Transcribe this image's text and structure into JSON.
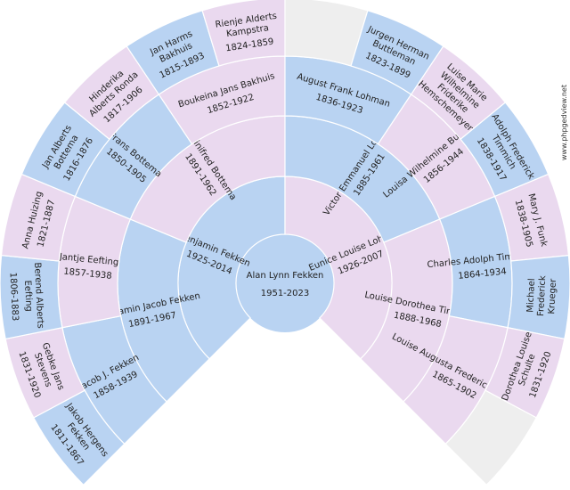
{
  "colors": {
    "male": "#b9d3f2",
    "female": "#ead9ef",
    "empty": "#eeeeee"
  },
  "watermark": "www.phpgedview.net",
  "center": {
    "name": "Alan Lynn Fekken",
    "dates": "1951-2023"
  },
  "people": [
    {
      "gen": 1,
      "idx": 0,
      "sex": "M",
      "name": [
        "Benjamin Fekken"
      ],
      "dates": "1925-2014"
    },
    {
      "gen": 1,
      "idx": 1,
      "sex": "F",
      "name": [
        "Eunice Louise Lohman"
      ],
      "dates": "1926-2007"
    },
    {
      "gen": 2,
      "idx": 0,
      "sex": "M",
      "name": [
        "Benjamin Jacob Fekken"
      ],
      "dates": "1891-1967"
    },
    {
      "gen": 2,
      "idx": 1,
      "sex": "F",
      "name": [
        "Winifred Bottema"
      ],
      "dates": "1891-1962"
    },
    {
      "gen": 2,
      "idx": 2,
      "sex": "M",
      "name": [
        "Victor Emmanuel Lohman"
      ],
      "dates": "1885-1961"
    },
    {
      "gen": 2,
      "idx": 3,
      "sex": "F",
      "name": [
        "Louise Dorothea Timmich"
      ],
      "dates": "1888-1968"
    },
    {
      "gen": 3,
      "idx": 0,
      "sex": "M",
      "name": [
        "Jacob J. Fekken"
      ],
      "dates": "1858-1939"
    },
    {
      "gen": 3,
      "idx": 1,
      "sex": "F",
      "name": [
        "Jantje Eefting"
      ],
      "dates": "1857-1938"
    },
    {
      "gen": 3,
      "idx": 2,
      "sex": "M",
      "name": [
        "Frans Bottema"
      ],
      "dates": "1850-1905"
    },
    {
      "gen": 3,
      "idx": 3,
      "sex": "F",
      "name": [
        "Boukeina Jans Bakhuis"
      ],
      "dates": "1852-1922"
    },
    {
      "gen": 3,
      "idx": 4,
      "sex": "M",
      "name": [
        "August Frank Lohman"
      ],
      "dates": "1836-1923"
    },
    {
      "gen": 3,
      "idx": 5,
      "sex": "F",
      "name": [
        "Louisa Wilhelmine Buttleman"
      ],
      "dates": "1856-1944"
    },
    {
      "gen": 3,
      "idx": 6,
      "sex": "M",
      "name": [
        "Charles Adolph Timmich"
      ],
      "dates": "1864-1934"
    },
    {
      "gen": 3,
      "idx": 7,
      "sex": "F",
      "name": [
        "Louise Augusta Fredericka Krueger"
      ],
      "dates": "1865-1902"
    },
    {
      "gen": 4,
      "idx": 0,
      "sex": "M",
      "name": [
        "Jakob Hergens",
        "Fekken"
      ],
      "dates": "1811-1867"
    },
    {
      "gen": 4,
      "idx": 1,
      "sex": "F",
      "name": [
        "Gebke Jans",
        "Stevens"
      ],
      "dates": "1831-1920"
    },
    {
      "gen": 4,
      "idx": 2,
      "sex": "M",
      "name": [
        "Berend Alberts",
        "Eefting"
      ],
      "dates": "1806-1883"
    },
    {
      "gen": 4,
      "idx": 3,
      "sex": "F",
      "name": [
        "Anna Huizing"
      ],
      "dates": "1821-1887"
    },
    {
      "gen": 4,
      "idx": 4,
      "sex": "M",
      "name": [
        "Jan Alberts",
        "Bottema"
      ],
      "dates": "1816-1876"
    },
    {
      "gen": 4,
      "idx": 5,
      "sex": "F",
      "name": [
        "Hinderika",
        "Alberts Ronda"
      ],
      "dates": "1817-1906"
    },
    {
      "gen": 4,
      "idx": 6,
      "sex": "M",
      "name": [
        "Jan Harms",
        "Bakhuis"
      ],
      "dates": "1815-1893"
    },
    {
      "gen": 4,
      "idx": 7,
      "sex": "F",
      "name": [
        "Rienje Alderts",
        "Kampstra"
      ],
      "dates": "1824-1859"
    },
    {
      "gen": 4,
      "idx": 8,
      "sex": "X",
      "name": [
        ""
      ],
      "dates": ""
    },
    {
      "gen": 4,
      "idx": 9,
      "sex": "M",
      "name": [
        "Jurgen Herman",
        "Buttleman"
      ],
      "dates": "1823-1899"
    },
    {
      "gen": 4,
      "idx": 10,
      "sex": "F",
      "name": [
        "Luise Marie",
        "Wilhelmine",
        "Friderike",
        "Hemschemeyer"
      ],
      "dates": ""
    },
    {
      "gen": 4,
      "idx": 11,
      "sex": "M",
      "name": [
        "Adolph Frederick",
        "Timmich"
      ],
      "dates": "1838-1917"
    },
    {
      "gen": 4,
      "idx": 12,
      "sex": "F",
      "name": [
        "Mary J. Funk"
      ],
      "dates": "1838-1905"
    },
    {
      "gen": 4,
      "idx": 13,
      "sex": "M",
      "name": [
        "Michael",
        "Frederick",
        "Krueger"
      ],
      "dates": ""
    },
    {
      "gen": 4,
      "idx": 14,
      "sex": "F",
      "name": [
        "Dorothea Louise",
        "Schulte"
      ],
      "dates": "1831-1920"
    },
    {
      "gen": 4,
      "idx": 15,
      "sex": "X",
      "name": [
        ""
      ],
      "dates": ""
    }
  ]
}
